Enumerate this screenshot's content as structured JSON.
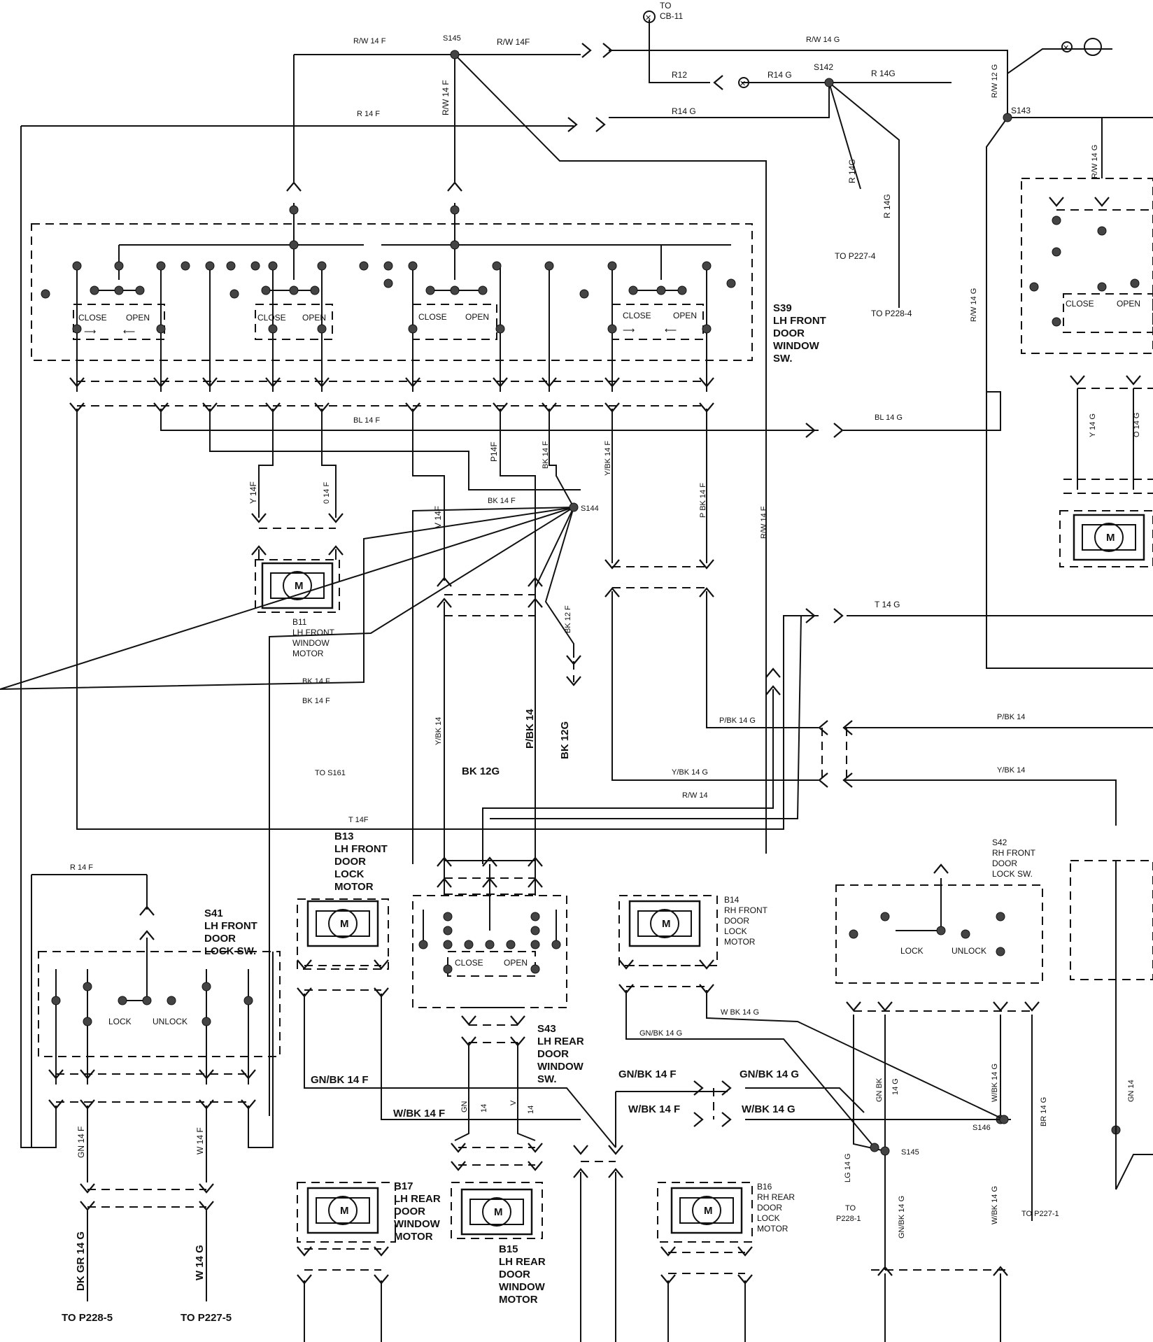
{
  "components": {
    "s39": [
      "S39",
      "LH FRONT",
      "DOOR",
      "WINDOW",
      "SW."
    ],
    "b11": [
      "B11",
      "LH FRONT",
      "WINDOW",
      "MOTOR"
    ],
    "b13": [
      "B13",
      "LH FRONT",
      "DOOR",
      "LOCK",
      "MOTOR"
    ],
    "s41": [
      "S41",
      "LH FRONT",
      "DOOR",
      "LOCK SW."
    ],
    "s43": [
      "S43",
      "LH REAR",
      "DOOR",
      "WINDOW",
      "SW."
    ],
    "b14": [
      "B14",
      "RH FRONT",
      "DOOR",
      "LOCK",
      "MOTOR"
    ],
    "s42": [
      "S42",
      "RH FRONT",
      "DOOR",
      "LOCK SW."
    ],
    "b17": [
      "B17",
      "LH REAR",
      "DOOR",
      "WINDOW",
      "MOTOR"
    ],
    "b15": [
      "B15",
      "LH REAR",
      "DOOR",
      "WINDOW",
      "MOTOR"
    ],
    "b16": [
      "B16",
      "RH REAR",
      "DOOR",
      "LOCK",
      "MOTOR"
    ]
  },
  "splices": {
    "s145a": "S145",
    "s142": "S142",
    "s143": "S143",
    "s144": "S144",
    "s145b": "S145",
    "s146": "S146"
  },
  "wires": {
    "rw14f_a": "R/W 14 F",
    "rw14f_b": "R/W 14F",
    "rw14g_top": "R/W 14 G",
    "r12": "R12",
    "r14g_a": "R14  G",
    "r14g_b": "R 14G",
    "r14f_top": "R 14 F",
    "r14g_mid": "R14 G",
    "rw14f_vert": "R/W 14 F",
    "r14g_v1": "R 14G",
    "r14g_v2": "R 14G",
    "rw12g": "R/W 12 G",
    "rw14g_v": "R/W 14 G",
    "rw14g_left": "R/W 14 G",
    "bl14f": "BL 14 F",
    "bl14g": "BL 14 G",
    "y14f": "Y 14F",
    "o14f": "0 14 F",
    "p14f": "P14F",
    "bk14f_v": "BK 14 F",
    "yb14f": "Y/BK 14 F",
    "bk14f_h": "BK 14 F",
    "v14f": "V 14F",
    "pbk14f": "P BK 14 F",
    "rw14f_right": "R/W 14 F",
    "bk12f": "BK 12 F",
    "y14g": "Y 14 G",
    "o14g": "O 14 G",
    "t14g": "T 14 G",
    "bk14f_l1": "BK 14 F",
    "bk14f_l2": "BK 14 F",
    "ybk14_v": "Y/BK 14",
    "pbk14_v": "P/BK 14",
    "bk12g_v": "BK 12G",
    "pbk14g": "P/BK 14 G",
    "pbk14_r": "P/BK 14",
    "to_s161": "TO S161",
    "bk12g_h": "BK 12G",
    "ybk14g": "Y/BK 14 G",
    "ybk14_r": "Y/BK 14",
    "rw14": "R/W 14",
    "t14f": "T 14F",
    "r14f_low": "R 14 F",
    "gnbk14f_a": "GN/BK 14 F",
    "wbk14f_a": "W/BK 14 F",
    "gnbk14f_b": "GN/BK 14 F",
    "wbk14f_b": "W/BK 14 F",
    "gnbk14g_a": "GN/BK 14 G",
    "wbk14g_a": "W/BK 14 G",
    "gnbk14g_b": "GN/BK 14 G",
    "wbk14g_b": "W BK  14 G",
    "gn14a": "GN",
    "gn14b": "14",
    "v14a": "V",
    "v14b": "14",
    "gnbk_v": "GN BK",
    "gnbk14g_v2": "14 G",
    "wbk14g_v": "W/BK 14 G",
    "br14g": "BR 14 G",
    "lg14g": "LG 14 G",
    "gnbk14g_low": "GN/BK 14 G",
    "wbk14g_low": "W/BK 14 G",
    "gn14f": "GN 14 F",
    "w14f": "W 14 F",
    "dkgr14g": "DK GR 14 G",
    "w14g": "W 14 G",
    "gn14_r": "GN 14"
  },
  "destinations": {
    "to_cb11": [
      "TO",
      "CB-11"
    ],
    "to_p227_4": "TO P227-4",
    "to_p228_4": "TO P228-4",
    "to_p228_5": "TO P228-5",
    "to_p227_5": "TO P227-5",
    "to_p228_1": [
      "TO",
      "P228-1"
    ],
    "to_p227_1": "TO P227-1"
  },
  "switch_labels": {
    "close": "CLOSE",
    "open": "OPEN",
    "lock": "LOCK",
    "unlock": "UNLOCK"
  },
  "motor_symbol": "M"
}
